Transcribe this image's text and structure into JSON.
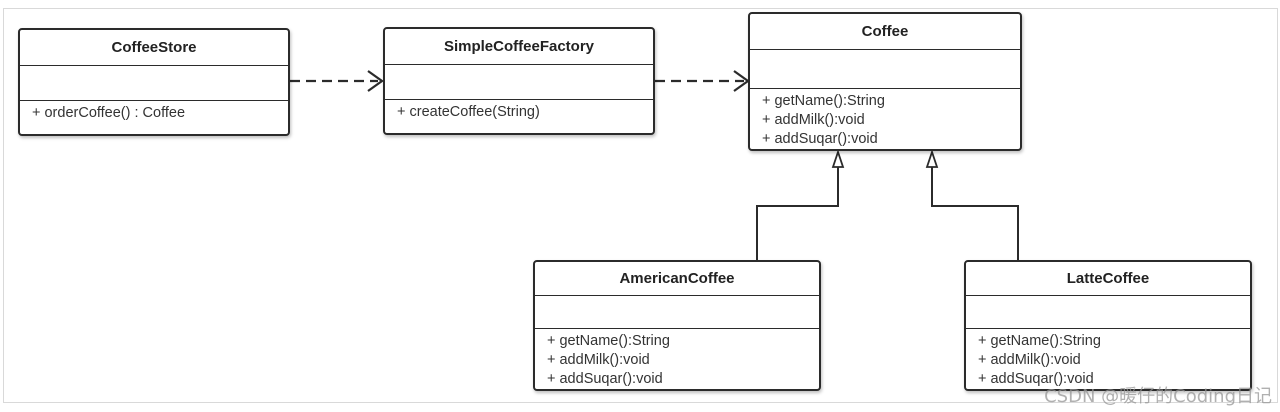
{
  "classes": {
    "coffee_store": {
      "name": "CoffeeStore",
      "methods": [
        "+ orderCoffee() : Coffee"
      ]
    },
    "simple_factory": {
      "name": "SimpleCoffeeFactory",
      "methods": [
        "+ createCoffee(String)"
      ]
    },
    "coffee": {
      "name": "Coffee",
      "methods": [
        "+ getName():String",
        "+ addMilk():void",
        "+ addSuqar():void"
      ]
    },
    "american_coffee": {
      "name": "AmericanCoffee",
      "methods": [
        "+ getName():String",
        "+ addMilk():void",
        "+ addSuqar():void"
      ]
    },
    "latte_coffee": {
      "name": "LatteCoffee",
      "methods": [
        "+ getName():String",
        "+ addMilk():void",
        "+ addSuqar():void"
      ]
    }
  },
  "watermark": "CSDN @暖仔的Coding日记",
  "colors": {
    "line": "#2b2b2b",
    "background": "#ffffff"
  }
}
